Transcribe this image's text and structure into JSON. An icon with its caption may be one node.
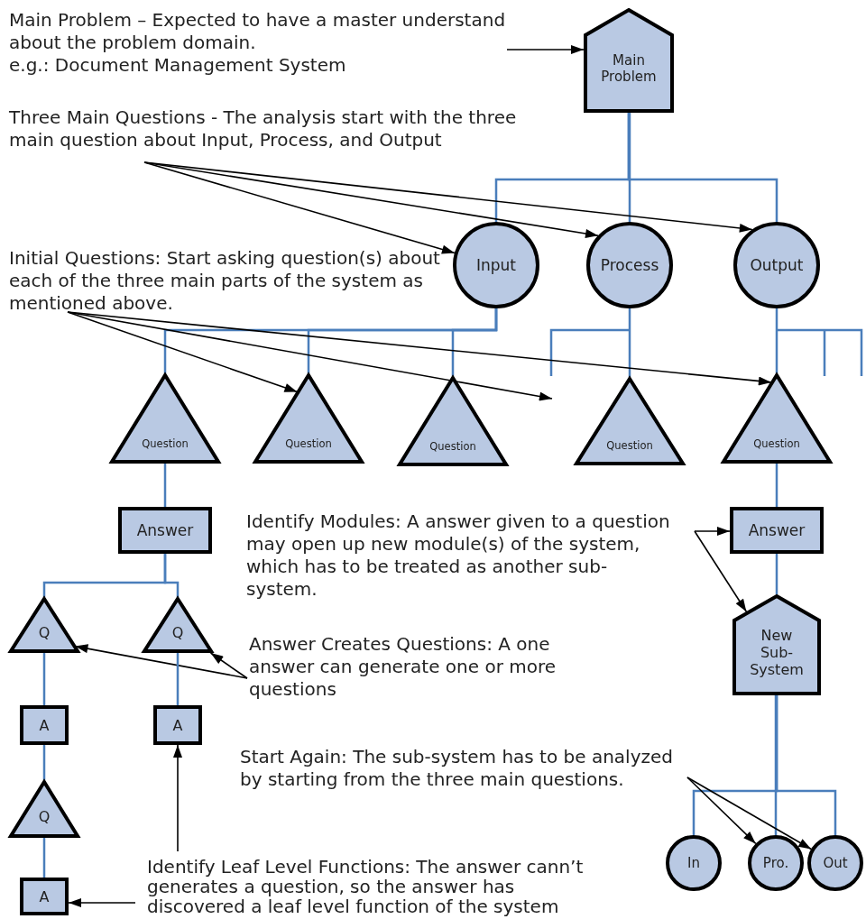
{
  "diagram": {
    "nodes": [
      {
        "text": [
          "Main Problem – Expected to have a master understand about the problem domain.",
          "e.g.: Document Management System"
        ]
      },
      {
        "text": [
          "Main Problem"
        ]
      },
      {
        "text": [
          "Three Main Questions - The analysis start with the three main question about Input, Process, and Output"
        ]
      },
      {
        "text": [
          "Input"
        ]
      },
      {
        "text": [
          "Process"
        ]
      },
      {
        "text": [
          "Output"
        ]
      },
      {
        "text": [
          "Initial Questions: Start asking question(s) about each of the three main parts of the system as mentioned above."
        ]
      },
      {
        "text": [
          "Question"
        ]
      },
      {
        "text": [
          "Question"
        ]
      },
      {
        "text": [
          "Question"
        ]
      },
      {
        "text": [
          "Question"
        ]
      },
      {
        "text": [
          "Question"
        ]
      },
      {
        "text": [
          "Answer"
        ]
      },
      {
        "text": [
          "Identify Modules: A answer given to a question may open up new module(s) of the system, which has to be treated as another sub-system."
        ]
      },
      {
        "text": [
          "Answer"
        ]
      },
      {
        "text": [
          "New Sub-System"
        ]
      },
      {
        "text": [
          "Q"
        ]
      },
      {
        "text": [
          "Q"
        ]
      },
      {
        "text": [
          "Answer Creates Questions: A one answer can generate one or more questions"
        ]
      },
      {
        "text": [
          "A"
        ]
      },
      {
        "text": [
          "A"
        ]
      },
      {
        "text": [
          "Start Again: The sub-system has to be analyzed by starting from the three main questions."
        ]
      },
      {
        "text": [
          "Q"
        ]
      },
      {
        "text": [
          "In"
        ]
      },
      {
        "text": [
          "Pro."
        ]
      },
      {
        "text": [
          "Out"
        ]
      },
      {
        "text": [
          "Identify Leaf Level Functions: The answer cann’t generates a question, so the answer has discovered a leaf level function of the system"
        ]
      },
      {
        "text": [
          "A"
        ]
      }
    ],
    "edges": [
      {
        "from": 0,
        "to": 1,
        "arrow": "to",
        "color": "#000000"
      },
      {
        "from": 1,
        "to": 3,
        "arrow": "none"
      },
      {
        "from": 1,
        "to": 4,
        "arrow": "none"
      },
      {
        "from": 1,
        "to": 5,
        "arrow": "none"
      },
      {
        "from": 2,
        "to": 3,
        "arrow": "to",
        "color": "#000000"
      },
      {
        "from": 2,
        "to": 4,
        "arrow": "to",
        "color": "#000000"
      },
      {
        "from": 2,
        "to": 5,
        "arrow": "to",
        "color": "#000000"
      },
      {
        "from": 3,
        "to": 7,
        "arrow": "none"
      },
      {
        "from": 3,
        "to": 8,
        "arrow": "none"
      },
      {
        "from": 3,
        "to": 9,
        "arrow": "none"
      },
      {
        "from": 4,
        "to": 10,
        "arrow": "none"
      },
      {
        "from": 5,
        "to": 11,
        "arrow": "none"
      },
      {
        "from": 6,
        "to": 8,
        "arrow": "to",
        "color": "#000000"
      },
      {
        "from": 6,
        "to": null,
        "arrow": "to",
        "color": "#000000"
      },
      {
        "from": 6,
        "to": 11,
        "arrow": "to",
        "color": "#000000"
      },
      {
        "from": 7,
        "to": 12,
        "arrow": "none"
      },
      {
        "from": 11,
        "to": 14,
        "arrow": "none"
      },
      {
        "from": 13,
        "to": 14,
        "arrow": "to",
        "color": "#000000"
      },
      {
        "from": 13,
        "to": 15,
        "arrow": "to",
        "color": "#000000"
      },
      {
        "from": 14,
        "to": 15,
        "arrow": "none"
      },
      {
        "from": 12,
        "to": 16,
        "arrow": "none"
      },
      {
        "from": 12,
        "to": 17,
        "arrow": "none"
      },
      {
        "from": 18,
        "to": 16,
        "arrow": "to",
        "color": "#000000"
      },
      {
        "from": 18,
        "to": 17,
        "arrow": "to",
        "color": "#000000"
      },
      {
        "from": 16,
        "to": 19,
        "arrow": "none"
      },
      {
        "from": 17,
        "to": 20,
        "arrow": "none"
      },
      {
        "from": 19,
        "to": 22,
        "arrow": "none"
      },
      {
        "from": 22,
        "to": 27,
        "arrow": "none"
      },
      {
        "from": 15,
        "to": 23,
        "arrow": "none"
      },
      {
        "from": 15,
        "to": 24,
        "arrow": "none"
      },
      {
        "from": 15,
        "to": 25,
        "arrow": "none"
      },
      {
        "from": 21,
        "to": 24,
        "arrow": "to",
        "color": "#000000"
      },
      {
        "from": 21,
        "to": 25,
        "arrow": "to",
        "color": "#000000"
      },
      {
        "from": 26,
        "to": 20,
        "arrow": "to",
        "color": "#000000"
      },
      {
        "from": 26,
        "to": 27,
        "arrow": "to",
        "color": "#000000"
      }
    ]
  }
}
